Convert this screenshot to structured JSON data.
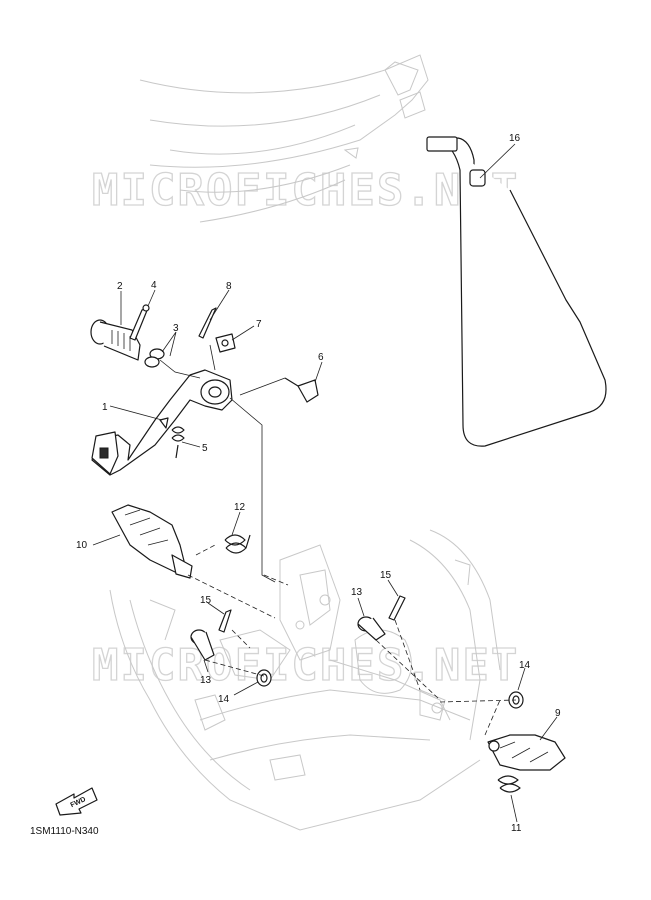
{
  "watermark_text": "MICROFICHES.NET",
  "diagram_code": "1SM1110-N340",
  "fwd_label": "FWD",
  "callouts": {
    "c1": "1",
    "c2": "2",
    "c3": "3",
    "c4": "4",
    "c5": "5",
    "c6": "6",
    "c7": "7",
    "c8": "8",
    "c9": "9",
    "c10": "10",
    "c11": "11",
    "c12": "12",
    "c13a": "13",
    "c13b": "13",
    "c14a": "14",
    "c14b": "14",
    "c15a": "15",
    "c15b": "15",
    "c16": "16"
  }
}
